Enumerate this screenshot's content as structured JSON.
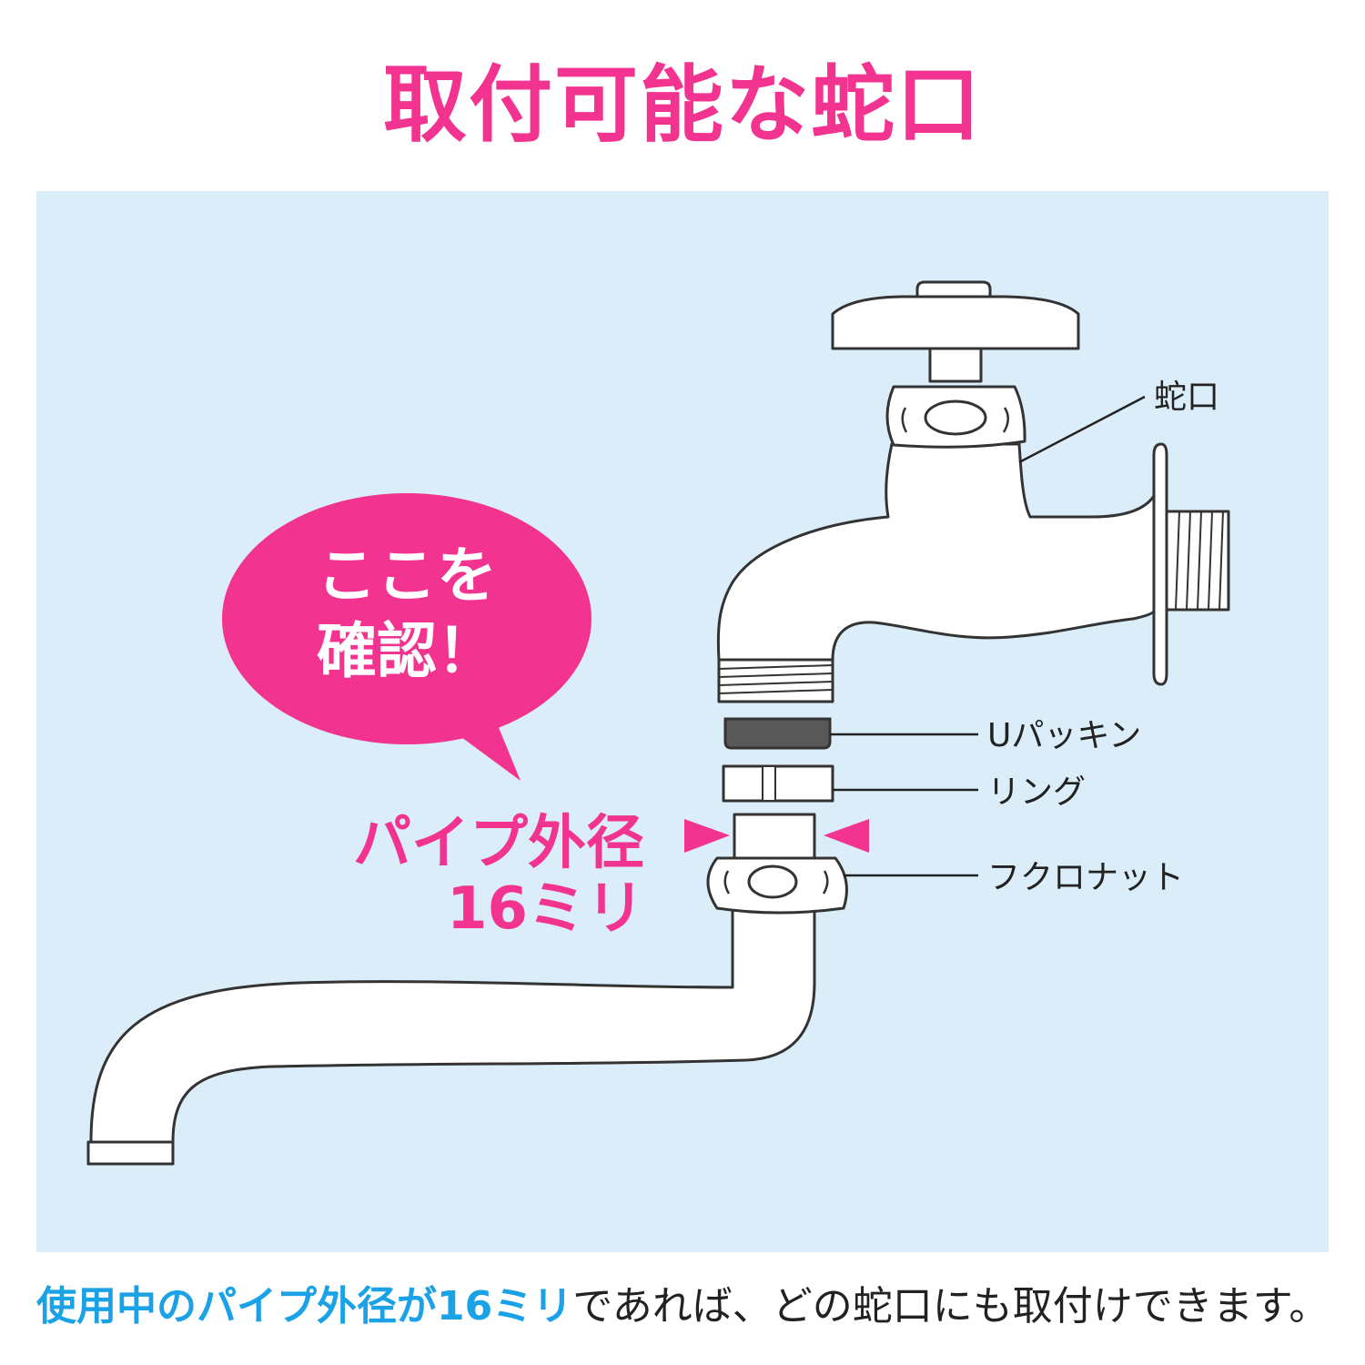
{
  "title": "取付可能な蛇口",
  "bubble": {
    "line1": "ここを",
    "line2": "確認！"
  },
  "pipe_callout": {
    "line1": "パイプ外径",
    "line2": "16ミリ"
  },
  "labels": {
    "faucet": "蛇口",
    "packing": "Uパッキン",
    "ring": "リング",
    "nut": "フクロナット"
  },
  "footer": {
    "highlight": "使用中のパイプ外径が16ミリ",
    "rest": "であれば、どの蛇口にも取付けできます。"
  },
  "colors": {
    "accent_pink": "#f2338f",
    "accent_blue": "#1aa1e6",
    "panel_bg": "#daedf8",
    "packing_dark": "#585858"
  }
}
